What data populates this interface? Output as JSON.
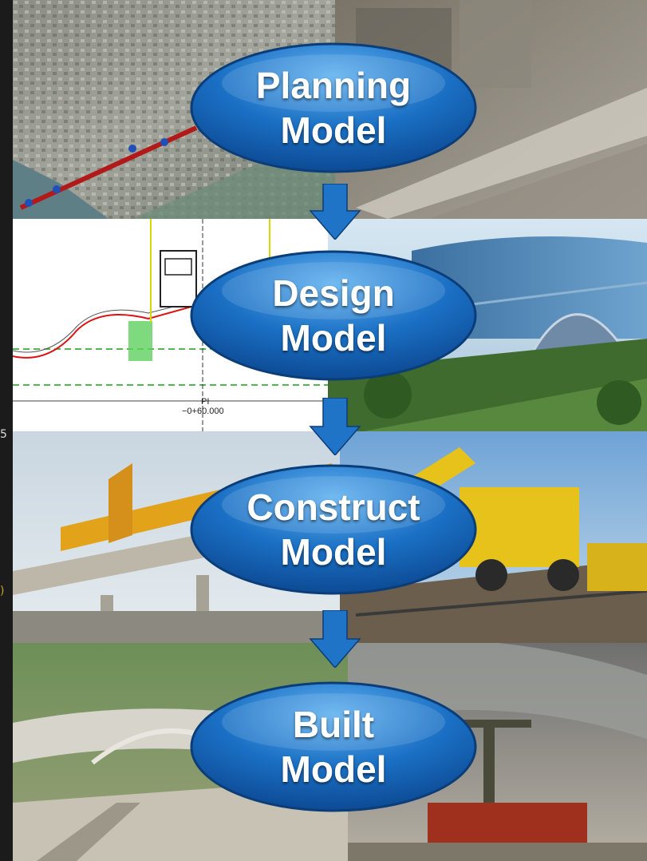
{
  "stages": [
    {
      "line1": "Planning",
      "line2": "Model"
    },
    {
      "line1": "Design",
      "line2": "Model"
    },
    {
      "line1": "Construct",
      "line2": "Model"
    },
    {
      "line1": "Built",
      "line2": "Model"
    }
  ],
  "drawing_labels": {
    "station": "PI",
    "chainage": "−0+60.000"
  },
  "colors": {
    "node_fill": "#1a6fc4",
    "node_highlight": "#5fb0ef",
    "node_border": "#0b3d78",
    "arrow_fill": "#1f74c8"
  },
  "icons": [
    "down-arrow-icon"
  ]
}
